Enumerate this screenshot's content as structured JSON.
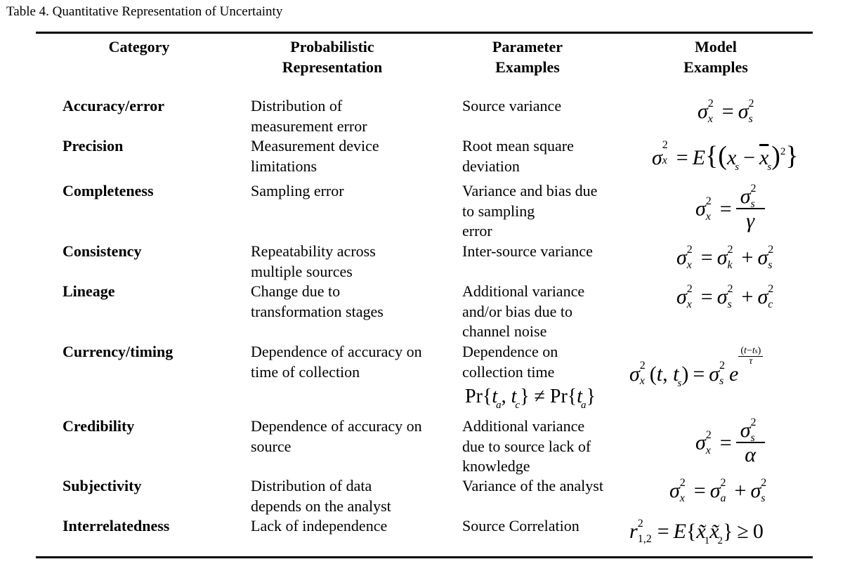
{
  "caption": "Table 4. Quantitative Representation of Uncertainty",
  "headers": {
    "category": "Category",
    "prob_line1": "Probabilistic",
    "prob_line2": "Representation",
    "param_line1": "Parameter",
    "param_line2": "Examples",
    "model_line1": "Model",
    "model_line2": "Examples"
  },
  "rows": [
    {
      "category": "Accuracy/error",
      "prob": [
        "Distribution of",
        "measurement error"
      ],
      "param": [
        "Source variance"
      ],
      "model": "σx² = σs²"
    },
    {
      "category": "Precision",
      "prob": [
        "Measurement device",
        "limitations"
      ],
      "param": [
        "Root mean square",
        "deviation"
      ],
      "model": "σx² = E{(xs − x̄s)²}"
    },
    {
      "category": "Completeness",
      "prob": [
        "Sampling error"
      ],
      "param": [
        "Variance and bias due",
        "to sampling",
        "error"
      ],
      "model": "σx² = σs² / γ"
    },
    {
      "category": "Consistency",
      "prob": [
        "Repeatability across",
        "multiple sources"
      ],
      "param": [
        "Inter-source variance"
      ],
      "model": "σx² = σk² + σs²"
    },
    {
      "category": "Lineage",
      "prob": [
        "Change due to",
        "transformation stages"
      ],
      "param": [
        "Additional variance",
        "and/or bias due to",
        "channel noise"
      ],
      "model": "σx² = σs² + σc²"
    },
    {
      "category": "Currency/timing",
      "prob": [
        "Dependence of accuracy on",
        "time of collection"
      ],
      "param": [
        "Dependence on",
        "collection time"
      ],
      "param_formula": "Pr{ta, tc} ≠ Pr{ta}",
      "model": "σx²(t, ts) = σs² e^((t−ts)/τ)"
    },
    {
      "category": "Credibility",
      "prob": [
        "Dependence of accuracy on",
        "source"
      ],
      "param": [
        "Additional variance",
        "due to source lack of",
        "knowledge"
      ],
      "model": "σx² = σs² / α"
    },
    {
      "category": "Subjectivity",
      "prob": [
        "Distribution of data",
        "depends on the analyst"
      ],
      "param": [
        "Variance of the analyst"
      ],
      "model": "σx² = σa² + σs²"
    },
    {
      "category": "Interrelatedness",
      "prob": [
        "Lack of independence"
      ],
      "param": [
        "Source Correlation"
      ],
      "model": "r1,2² = E{x̃1 x̃2} ≥ 0"
    }
  ]
}
